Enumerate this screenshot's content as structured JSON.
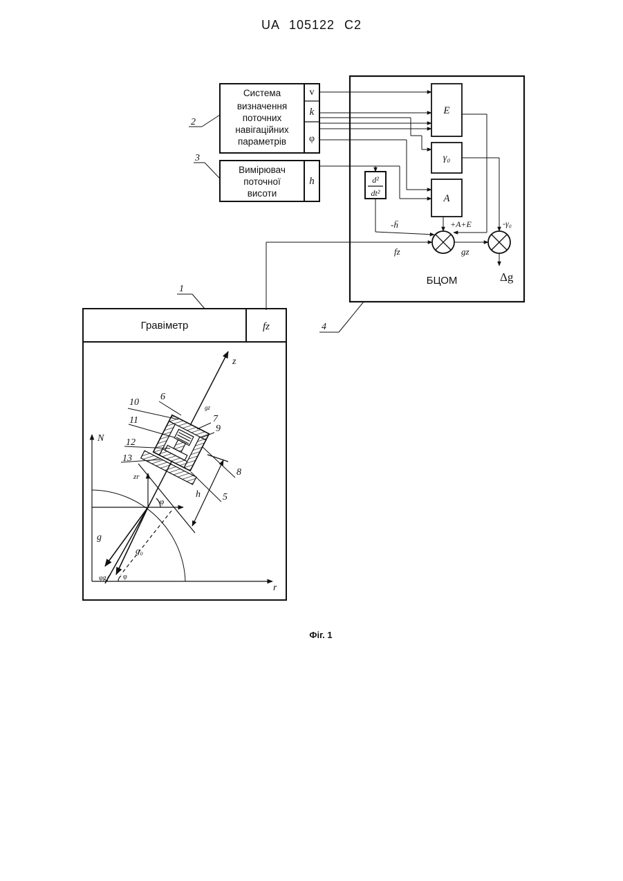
{
  "header": {
    "patent_number": "UA   105122   C2"
  },
  "blocks": {
    "nav_system": {
      "line1": "Система",
      "line2": "визначення",
      "line3": "поточних",
      "line4": "навігаційних",
      "line5": "параметрів",
      "outputs": [
        "v",
        "k",
        "φ"
      ]
    },
    "altimeter": {
      "line1": "Вимірювач",
      "line2": "поточної",
      "line3": "висоти",
      "output": "h"
    },
    "computer": {
      "label": "БЦОМ",
      "block_e": "E",
      "block_gamma": "γ₀",
      "block_a": "A",
      "deriv_num": "d²",
      "deriv_den": "dt²",
      "minus_h": "-ḧ",
      "plus_ae": "+A+E",
      "minus_gamma": "-γ₀",
      "fz": "fz",
      "gz": "gz",
      "out": "Δg"
    },
    "gravimeter": {
      "label": "Гравіметр",
      "output": "fz"
    }
  },
  "callouts": [
    "1",
    "2",
    "3",
    "4",
    "5",
    "6",
    "7",
    "8",
    "9",
    "10",
    "11",
    "12",
    "13"
  ],
  "geometry_labels": {
    "z_axis": "z",
    "gz": "gz",
    "n_axis": "N",
    "r_axis": "r",
    "zr": "zr",
    "phi": "φ",
    "h": "h",
    "g_vec": "g",
    "g0_vec": "g₀",
    "phi_g": "φg"
  },
  "caption": "Фіг. 1"
}
